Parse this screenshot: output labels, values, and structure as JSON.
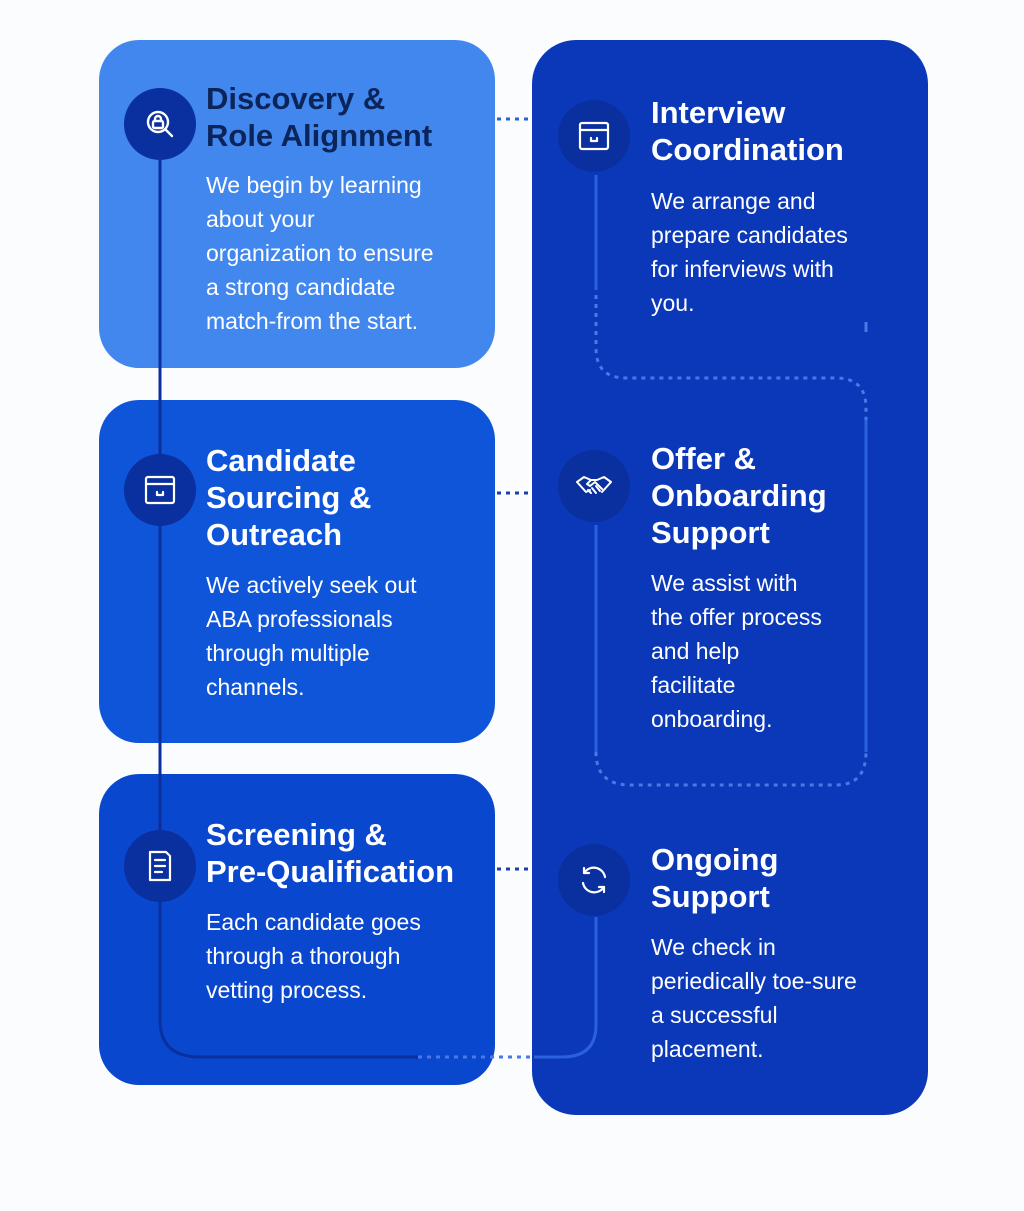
{
  "steps": [
    {
      "id": "discovery",
      "title": "Discovery &\nRole Alignment",
      "description": "We begin by learning\nabout your\norganization to ensure\na strong candidate\nmatch-from the start.",
      "icon": "search-icon"
    },
    {
      "id": "sourcing",
      "title": "Candidate\nSourcing &\nOutreach",
      "description": "We actively seek out\nABA professionals\nthrough multiple\nchannels.",
      "icon": "inbox-icon"
    },
    {
      "id": "screening",
      "title": "Screening &\nPre-Qualification",
      "description": "Each candidate goes\nthrough a thorough\nvetting process.",
      "icon": "document-icon"
    },
    {
      "id": "interview",
      "title": "Interview\nCoordination",
      "description": "We arrange and\nprepare candidates\nfor inferviews with\nyou.",
      "icon": "inbox-icon"
    },
    {
      "id": "offer",
      "title": "Offer &\nOnboarding\nSupport",
      "description": "We assist with\nthe offer process\nand help\nfacilitate\nonboarding.",
      "icon": "handshake-icon"
    },
    {
      "id": "ongoing",
      "title": "Ongoing\nSupport",
      "description": "We check in\nperiedically toe-sure\na successful\nplacement.",
      "icon": "refresh-icon"
    }
  ],
  "colors": {
    "card_1": "#4187ee",
    "card_2": "#0f55d9",
    "card_3": "#0a47cf",
    "right_panel": "#0a38b8",
    "icon_circle": "#0a2f9e",
    "connector": "#4a78e6"
  }
}
